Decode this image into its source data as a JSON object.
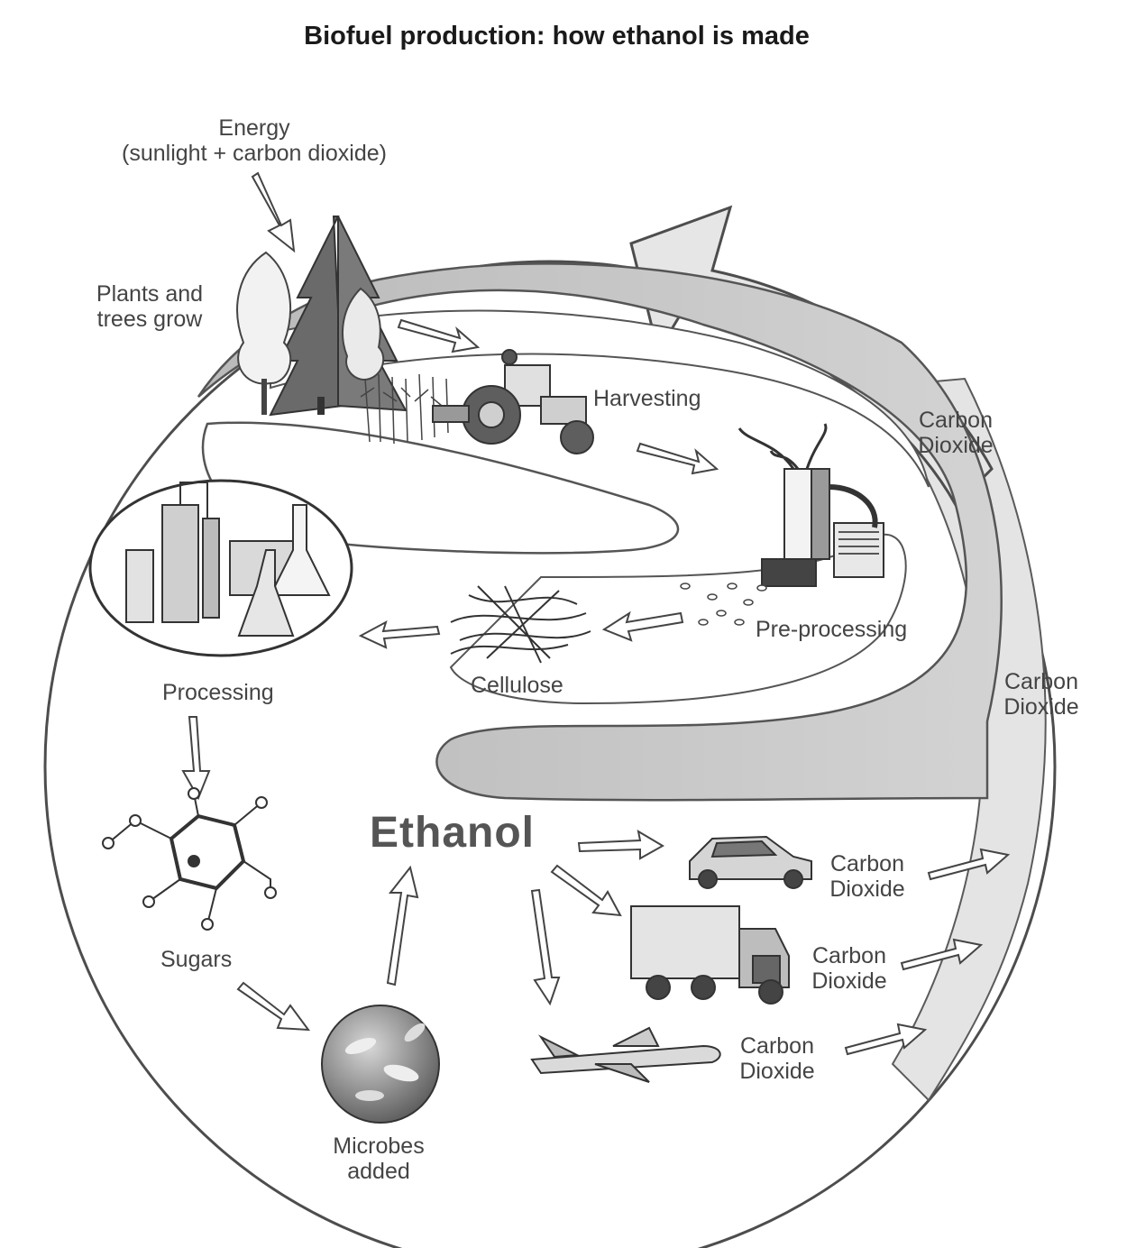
{
  "title": "Biofuel production: how ethanol is made",
  "labels": {
    "energy": [
      "Energy",
      "(sunlight + carbon dioxide)"
    ],
    "plants": [
      "Plants and",
      "trees grow"
    ],
    "harvesting": "Harvesting",
    "preprocessing": "Pre-processing",
    "cellulose": "Cellulose",
    "processing": "Processing",
    "sugars": "Sugars",
    "microbes": [
      "Microbes",
      "added"
    ],
    "ethanol": "Ethanol",
    "co2_top": [
      "Carbon",
      "Dioxide"
    ],
    "co2_right": [
      "Carbon",
      "Dioxide"
    ],
    "co2_car": [
      "Carbon",
      "Dioxide"
    ],
    "co2_truck": [
      "Carbon",
      "Dioxide"
    ],
    "co2_plane": [
      "Carbon",
      "Dioxide"
    ]
  }
}
